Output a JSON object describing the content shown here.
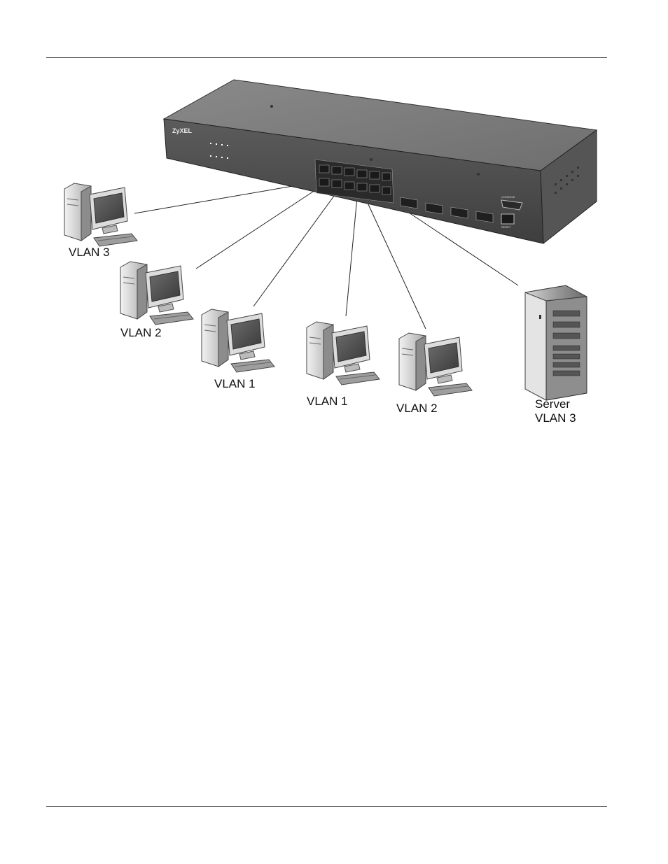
{
  "switch": {
    "brand": "ZyXEL",
    "port_labels": [
      "CONSOLE",
      "RESET"
    ]
  },
  "clients": [
    {
      "label": "VLAN 3"
    },
    {
      "label": "VLAN 2"
    },
    {
      "label": "VLAN 1"
    },
    {
      "label": "VLAN 1"
    },
    {
      "label": "VLAN 2"
    }
  ],
  "server": {
    "line1": "Server",
    "line2": "VLAN 3"
  }
}
